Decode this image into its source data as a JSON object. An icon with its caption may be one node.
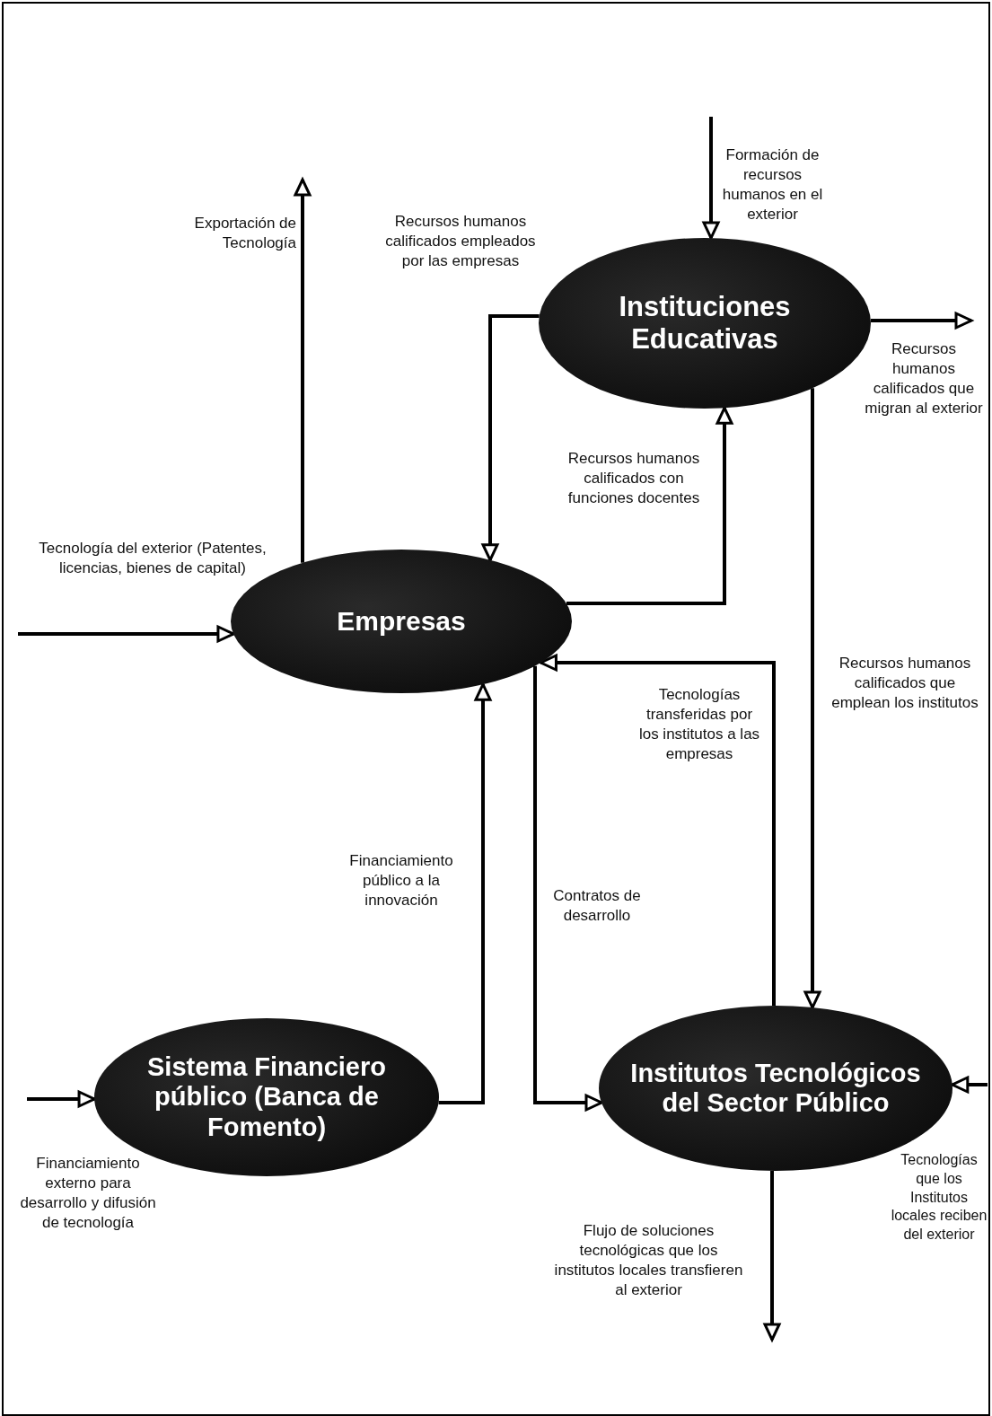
{
  "diagram": {
    "nodes": [
      {
        "text": [
          "Instituciones Educativas"
        ]
      },
      {
        "text": [
          "Empresas"
        ]
      },
      {
        "text": [
          "Sistema Financiero público (Banca de Fomento)"
        ]
      },
      {
        "text": [
          "Institutos Tecnológicos del Sector Público"
        ]
      }
    ],
    "edges": [
      {
        "from": 1,
        "to": null,
        "arrow": "to",
        "label": "Exportación de Tecnología"
      },
      {
        "from": null,
        "to": 0,
        "arrow": "to",
        "label": "Formación de recursos humanos en el exterior"
      },
      {
        "from": 0,
        "to": 1,
        "arrow": "to",
        "label": "Recursos humanos calificados empleados por las empresas"
      },
      {
        "from": 1,
        "to": 0,
        "arrow": "to",
        "label": "Recursos humanos calificados con funciones docentes"
      },
      {
        "from": 0,
        "to": null,
        "arrow": "to",
        "label": "Recursos humanos calificados que migran al exterior"
      },
      {
        "from": null,
        "to": 1,
        "arrow": "to",
        "label": "Tecnología del exterior (Patentes, licencias, bienes de capital)"
      },
      {
        "from": 0,
        "to": 3,
        "arrow": "to",
        "label": "Recursos humanos calificados que emplean los institutos"
      },
      {
        "from": 3,
        "to": 1,
        "arrow": "to",
        "label": "Tecnologías transferidas por los institutos a las empresas"
      },
      {
        "from": 2,
        "to": 1,
        "arrow": "to",
        "label": "Financiamiento público a la innovación"
      },
      {
        "from": 1,
        "to": 3,
        "arrow": "to",
        "label": "Contratos de desarrollo"
      },
      {
        "from": null,
        "to": 2,
        "arrow": "to",
        "label": "Financiamiento externo para desarrollo y difusión de tecnología"
      },
      {
        "from": null,
        "to": 3,
        "arrow": "to",
        "label": "Tecnologías que los Institutos locales reciben del exterior"
      },
      {
        "from": 3,
        "to": null,
        "arrow": "to",
        "label": "Flujo de soluciones tecnológicas que los institutos locales transfieren al exterior"
      }
    ]
  }
}
